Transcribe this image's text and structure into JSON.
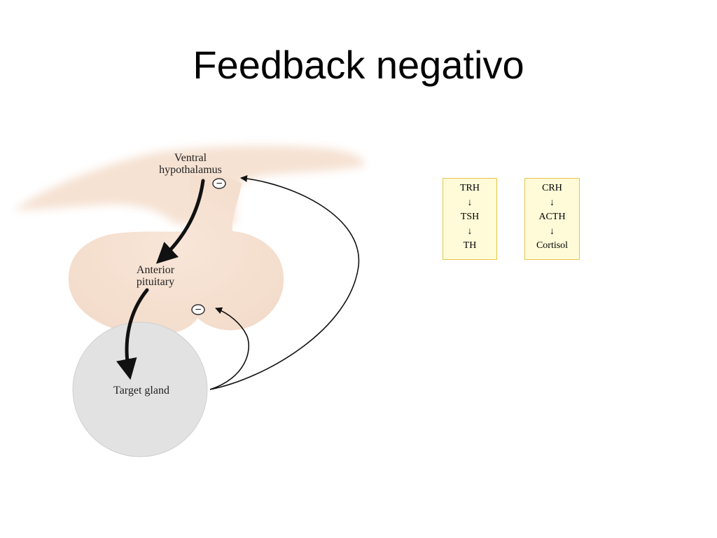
{
  "slide": {
    "title": "Feedback negativo"
  },
  "diagram": {
    "hypothalamus_label_line1": "Ventral",
    "hypothalamus_label_line2": "hypothalamus",
    "pituitary_label_line1": "Anterior",
    "pituitary_label_line2": "pituitary",
    "target_label": "Target gland",
    "inhibition_symbol": "−",
    "colors": {
      "tissue": "#f6e2d3",
      "gland": "#e2e2e2",
      "arrow": "#111111",
      "box_border": "#e6c64a",
      "box_fill": "#fffbd9"
    }
  },
  "pathways": [
    {
      "releasing": "TRH",
      "arrow1": "↓",
      "tropic": "TSH",
      "arrow2": "↓",
      "hormone": "TH"
    },
    {
      "releasing": "CRH",
      "arrow1": "↓",
      "tropic": "ACTH",
      "arrow2": "↓",
      "hormone": "Cortisol"
    }
  ]
}
